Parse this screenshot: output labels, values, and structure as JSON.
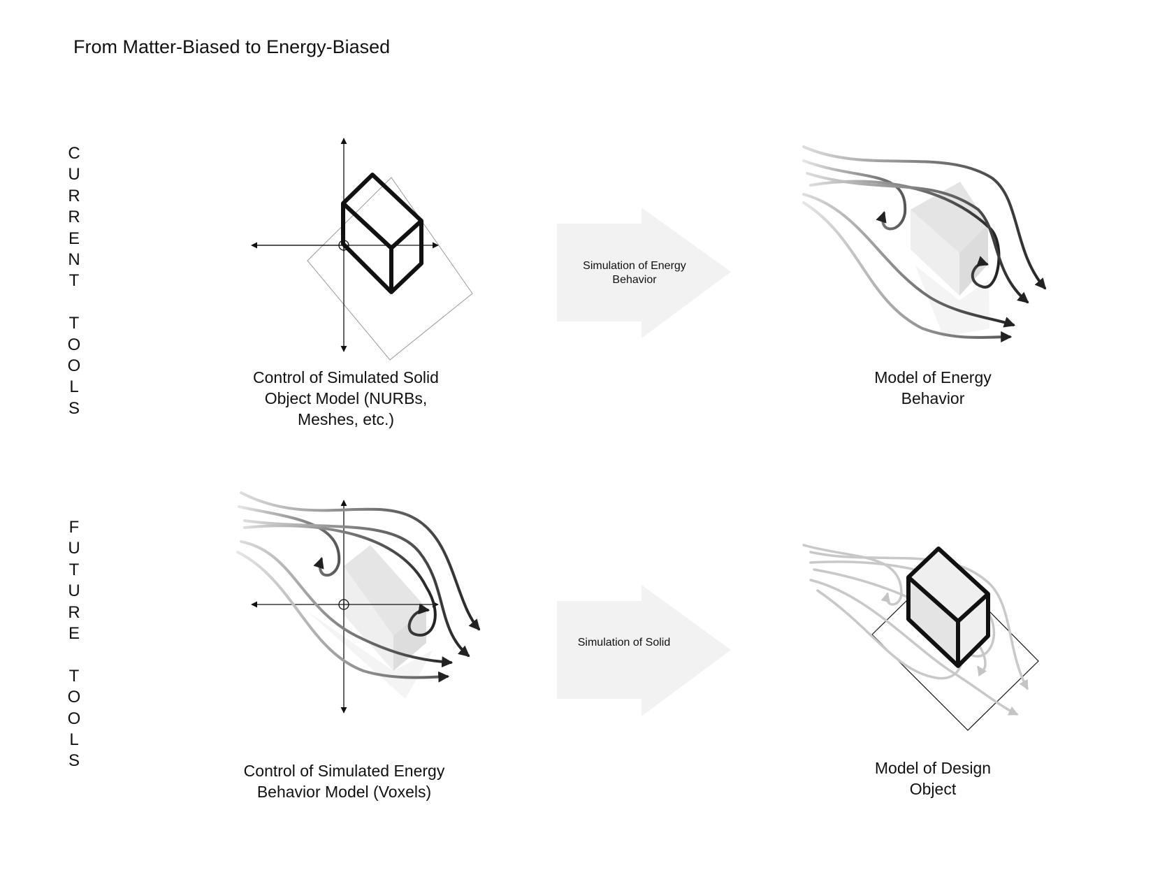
{
  "title": "From Matter-Biased to Energy-Biased",
  "rows": {
    "current": "C\nU\nR\nR\nE\nN\nT\n\nT\nO\nO\nL\nS",
    "future": "F\nU\nT\nU\nR\nE\n\nT\nO\nO\nL\nS"
  },
  "captions": {
    "top_left": "Control of Simulated Solid Object Model (NURBs, Meshes, etc.)",
    "top_right": "Model of Energy Behavior",
    "bottom_left": "Control of Simulated Energy Behavior Model (Voxels)",
    "bottom_right": "Model of Design Object"
  },
  "arrows": {
    "top": "Simulation of Energy Behavior",
    "bottom": "Simulation of Solid"
  },
  "colors": {
    "arrow_fill": "#f2f2f2",
    "ink": "#111111",
    "flow_dark": "#333333",
    "flow_light": "#cccccc"
  }
}
